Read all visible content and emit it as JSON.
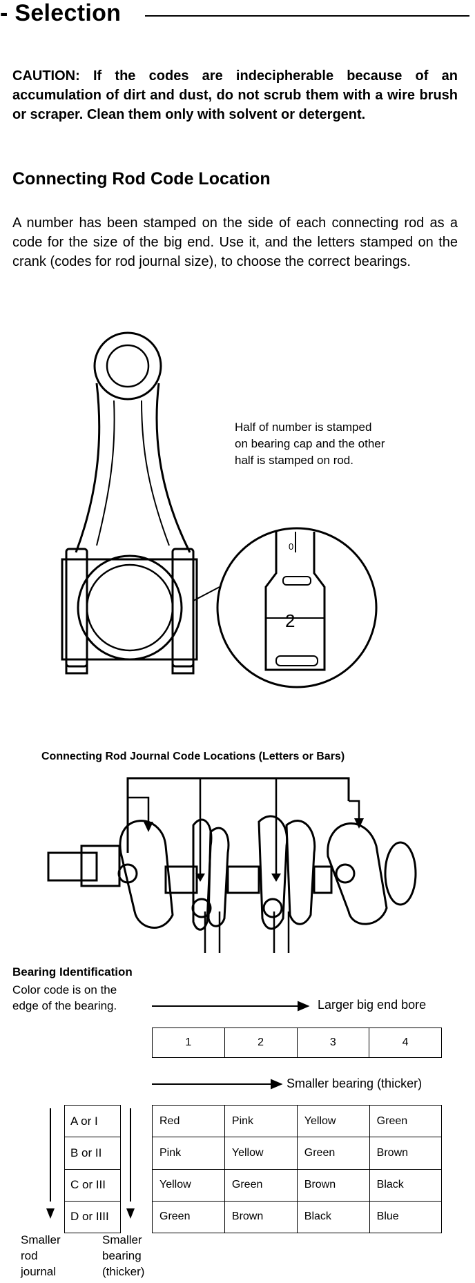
{
  "heading": "- Selection",
  "caution": "CAUTION: If the codes are indecipherable because of an accumulation of dirt and dust, do not scrub them with a wire brush or scraper. Clean them only with solvent or detergent.",
  "subheading": "Connecting Rod Code Location",
  "paragraph": "A number has been stamped on the side of each connecting rod as a code for the size of the big end. Use it, and the letters stamped on the crank (codes for rod journal size), to choose the correct bearings.",
  "rod_callout": "Half of number is stamped on bearing cap and the other half is stamped on rod.",
  "rod_marks": {
    "top": "0",
    "code": "2"
  },
  "crank_title": "Connecting Rod Journal Code Locations (Letters or Bars)",
  "bearing": {
    "title": "Bearing Identification",
    "note": "Color code is on the edge of the bearing.",
    "larger_label": "Larger big end bore",
    "smaller_bearing_label": "Smaller bearing (thicker)",
    "bore_codes": [
      "1",
      "2",
      "3",
      "4"
    ],
    "journal_codes": [
      "A or I",
      "B or II",
      "C or III",
      "D or IIII"
    ],
    "colors": [
      [
        "Red",
        "Pink",
        "Yellow",
        "Green"
      ],
      [
        "Pink",
        "Yellow",
        "Green",
        "Brown"
      ],
      [
        "Yellow",
        "Green",
        "Brown",
        "Black"
      ],
      [
        "Green",
        "Brown",
        "Black",
        "Blue"
      ]
    ],
    "foot_left": "Smaller rod journal",
    "foot_right": "Smaller bearing (thicker)"
  }
}
